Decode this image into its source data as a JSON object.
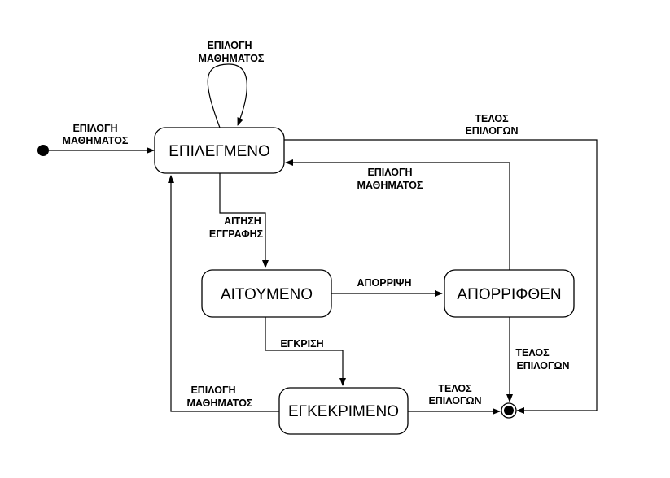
{
  "states": {
    "selected": "ΕΠΙΛΕΓΜΕΝΟ",
    "requested": "ΑΙΤΟΥΜΕΝΟ",
    "rejected": "ΑΠΟΡΡΙΦΘΕΝ",
    "approved": "ΕΓΚΕΚΡΙΜΕΝΟ"
  },
  "transitions": {
    "initial": [
      "ΕΠΙΛΟΓΗ",
      "ΜΑΘΗΜΑΤΟΣ"
    ],
    "self_loop": [
      "ΕΠΙΛΟΓΗ",
      "ΜΑΘΗΜΑΤΟΣ"
    ],
    "end_from_selected": [
      "ΤΕΛΟΣ",
      "ΕΠΙΛΟΓΩΝ"
    ],
    "rejected_to_selected": [
      "ΕΠΙΛΟΓΗ",
      "ΜΑΘΗΜΑΤΟΣ"
    ],
    "request": [
      "ΑΙΤΗΣΗ",
      "ΕΓΓΡΑΦΗΣ"
    ],
    "reject": "ΑΠΟΡΡΙΨΗ",
    "approve": "ΕΓΚΡΙΣΗ",
    "end_from_rejected": [
      "ΤΕΛΟΣ",
      "ΕΠΙΛΟΓΩΝ"
    ],
    "approved_to_selected": [
      "ΕΠΙΛΟΓΗ",
      "ΜΑΘΗΜΑΤΟΣ"
    ],
    "end_from_approved": [
      "ΤΕΛΟΣ",
      "ΕΠΙΛΟΓΩΝ"
    ]
  }
}
